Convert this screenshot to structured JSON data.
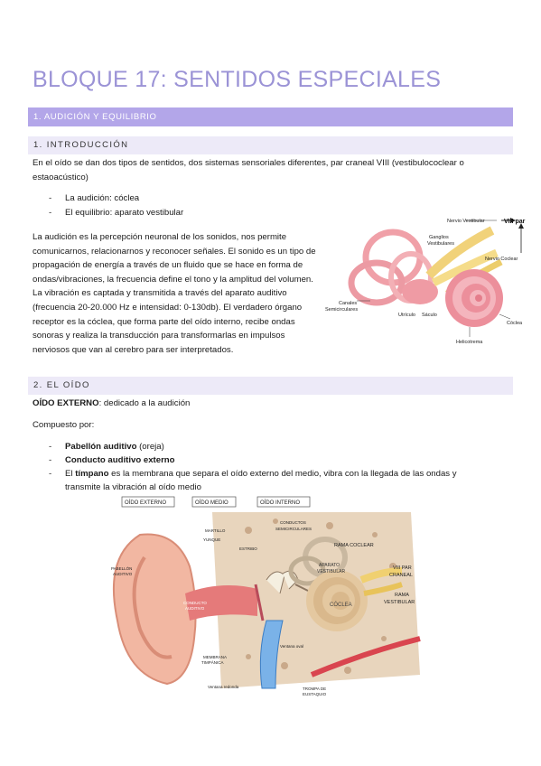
{
  "title": "BLOQUE 17: SENTIDOS ESPECIALES",
  "section1": "1. AUDICIÓN Y EQUILIBRIO",
  "intro": {
    "heading": "1. INTRODUCCIÓN",
    "para1_line1": "En el oído se dan dos tipos de sentidos, dos sistemas sensoriales diferentes, par craneal VIII (vestibulococlear o",
    "para1_line2": "estaoacústico)",
    "bullets": [
      "La audición: cóclea",
      "El equilibrio: aparato vestibular"
    ],
    "para2_lines": [
      "La audición es la percepción neuronal de los sonidos, nos permite",
      "comunicarnos, relacionarnos y reconocer señales. El sonido es un tipo de",
      "propagación de energía a través de un fluido que se hace en forma de",
      "ondas/vibraciones, la frecuencia define el tono y la amplitud del volumen.",
      "La vibración es captada y transmitida a través del aparato auditivo",
      "(frecuencia 20-20.000 Hz e intensidad: 0-130db). El verdadero órgano",
      "receptor es la cóclea, que forma parte del oído interno, recibe ondas",
      "sonoras y realiza la transducción para transformarlas en impulsos",
      "nerviosos que van al cerebro para ser interpretados."
    ],
    "figure_labels": {
      "nervio_vestibular": "Nervio Vestibular",
      "viii_par": "VIII par",
      "ganglios": "Ganglios",
      "vestibulares": "Vestibulares",
      "nervio_coclear": "Nervio Coclear",
      "canales": "Canales",
      "semicirculares": "Semicirculares",
      "utriculo": "Utrículo",
      "saculo": "Sáculo",
      "coclea": "Cóclea",
      "helicotrema": "Helicotrema"
    }
  },
  "oido": {
    "heading": "2. EL OÍDO",
    "externo_bold": "OÍDO EXTERNO",
    "externo_rest": ": dedicado a la audición",
    "compuesto": "Compuesto por:",
    "b1_bold": "Pabellón auditivo",
    "b1_rest": " (oreja)",
    "b2_bold": "Conducto auditivo externo",
    "b3_pre": "El ",
    "b3_bold": "tímpano",
    "b3_rest": " es la membrana que separa el oído externo del medio, vibra con la llegada de las ondas y",
    "b3_line2": "transmite la vibración al oído medio",
    "figure_labels": {
      "oido_externo": "OÍDO EXTERNO",
      "oido_medio": "OÍDO MEDIO",
      "oido_interno": "OÍDO INTERNO",
      "martillo": "MARTILLO",
      "yunque": "YUNQUE",
      "estribo": "ESTRIBO",
      "conductos": "CONDUCTOS",
      "semicirculares": "SEMICIRCULARES",
      "rama_coclear": "RAMA COCLEAR",
      "viii_par": "VIII PAR",
      "craneal": "CRANEAL",
      "rama": "RAMA",
      "vestibular": "VESTIBULAR",
      "aparato": "APARATO",
      "vestibular2": "VESTIBULAR",
      "pabellon": "PABELLÓN",
      "auditivo": "AUDITIVO",
      "conducto": "CONDUCTO",
      "auditivo2": "AUDITIVO",
      "coclea": "CÓCLEA",
      "membrana": "MEMBRANA",
      "timpanica": "TIMPÁNICA",
      "ventana_redonda": "Ventana redonda",
      "ventana_oval": "Ventana oval",
      "trompa": "TROMPA DE",
      "eustaquio": "EUSTAQUIO"
    }
  }
}
